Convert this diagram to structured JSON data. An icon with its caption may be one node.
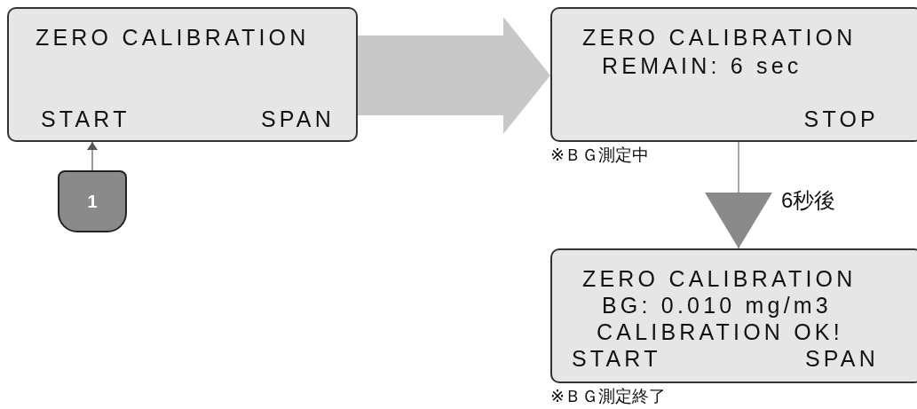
{
  "diagram": {
    "nodes": [
      {
        "text": [
          "ZERO CALIBRATION",
          "START",
          "SPAN"
        ]
      },
      {
        "text": [
          "1"
        ]
      },
      {
        "text": [
          "ZERO CALIBRATION",
          "REMAIN: 6 sec",
          "STOP"
        ],
        "beside": [
          "※ＢＧ測定中"
        ]
      },
      {
        "text": [
          "ZERO CALIBRATION",
          "BG: 0.010 mg/m3",
          "CALIBRATION OK!",
          "START",
          "SPAN"
        ],
        "beside": [
          "※ＢＧ測定終了"
        ]
      }
    ],
    "edges": [
      {
        "from": 1,
        "to": 0,
        "arrow": "to"
      },
      {
        "from": 0,
        "to": 2,
        "arrow": "to"
      },
      {
        "from": 2,
        "to": 3,
        "arrow": "to",
        "label": "6秒後"
      }
    ]
  }
}
